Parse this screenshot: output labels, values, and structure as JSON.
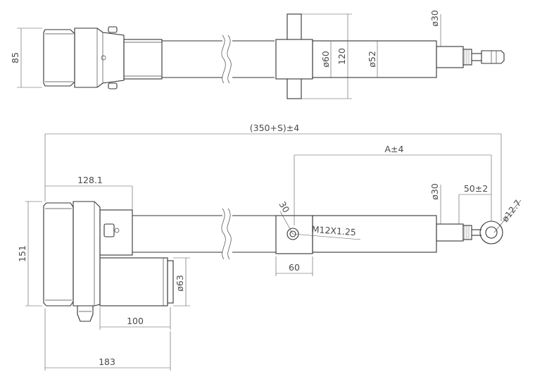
{
  "top_view": {
    "height_85": "85",
    "dia_30": "ø30",
    "dia_60": "ø60",
    "len_120": "120",
    "dia_52": "ø52"
  },
  "side_view": {
    "overall": "(350+S)±4",
    "a_tol": "A±4",
    "len_128": "128.1",
    "dia_30": "ø30",
    "len_50": "50±2",
    "dia_12_7": "ø12.7",
    "angle_30": "30",
    "thread": "M12X1.25",
    "height_151": "151",
    "len_60": "60",
    "dia_63": "ø63",
    "len_100": "100",
    "len_183": "183"
  }
}
